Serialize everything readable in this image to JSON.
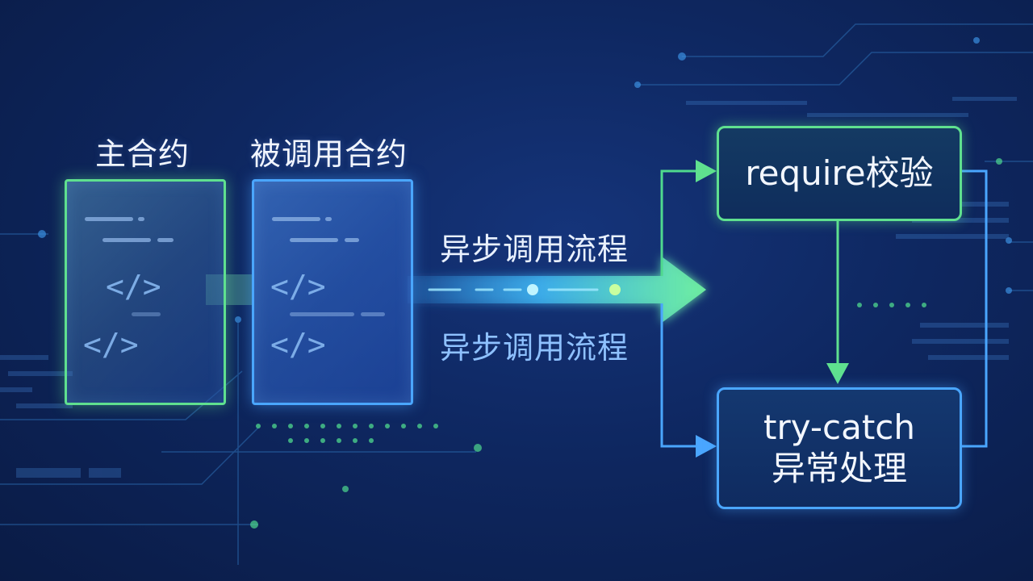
{
  "diagram": {
    "left_labels": {
      "main_contract": "主合约",
      "called_contract": "被调用合约"
    },
    "code_symbol": "</>",
    "flow": {
      "label_top": "异步调用流程",
      "label_bottom": "异步调用流程"
    },
    "nodes": {
      "require": "require校验",
      "try_catch_line1": "try-catch",
      "try_catch_line2": "异常处理"
    },
    "colors": {
      "green": "#5fe08f",
      "blue": "#4aa6ff",
      "background": "#0b1f4d"
    }
  }
}
